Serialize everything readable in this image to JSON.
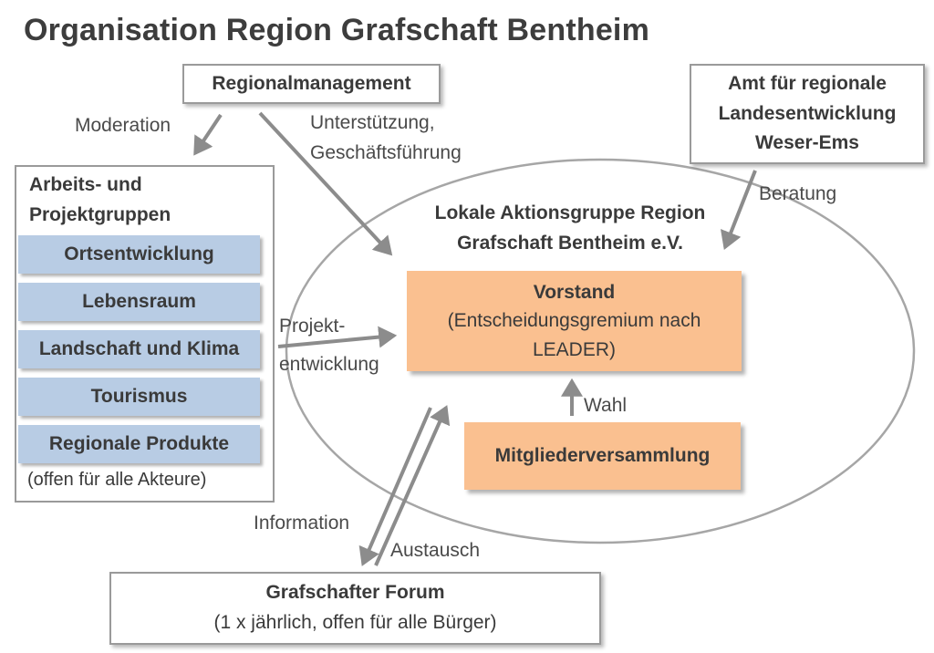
{
  "title": "Organisation Region Grafschaft Bentheim",
  "regionalmanagement": "Regionalmanagement",
  "amt": [
    "Amt für regionale",
    "Landesentwicklung",
    "Weser-Ems"
  ],
  "labels": {
    "moderation": "Moderation",
    "unterstuetzung": "Unterstützung,",
    "geschaeftsfuehrung": "Geschäftsführung",
    "beratung": "Beratung",
    "projekt": "Projekt-",
    "entwicklung": "entwicklung",
    "wahl": "Wahl",
    "information": "Information",
    "austausch": "Austausch"
  },
  "groups": {
    "heading": [
      "Arbeits- und",
      "Projektgruppen"
    ],
    "items": [
      "Ortsentwicklung",
      "Lebensraum",
      "Landschaft und Klima",
      "Tourismus",
      "Regionale Produkte"
    ],
    "footer": "(offen für alle Akteure)"
  },
  "lag": [
    "Lokale Aktionsgruppe Region",
    "Grafschaft Bentheim e.V."
  ],
  "vorstand": {
    "title": "Vorstand",
    "line2": "(Entscheidungsgremium nach",
    "line3": "LEADER)"
  },
  "mitglieder": "Mitgliederversammlung",
  "forum": {
    "title": "Grafschafter Forum",
    "subtitle": "(1 x jährlich, offen für alle Bürger)"
  },
  "colors": {
    "blue_box": "#b8cce4",
    "orange_box": "#fac090",
    "arrow": "#8c8c8c",
    "ellipse": "#a6a6a6"
  }
}
